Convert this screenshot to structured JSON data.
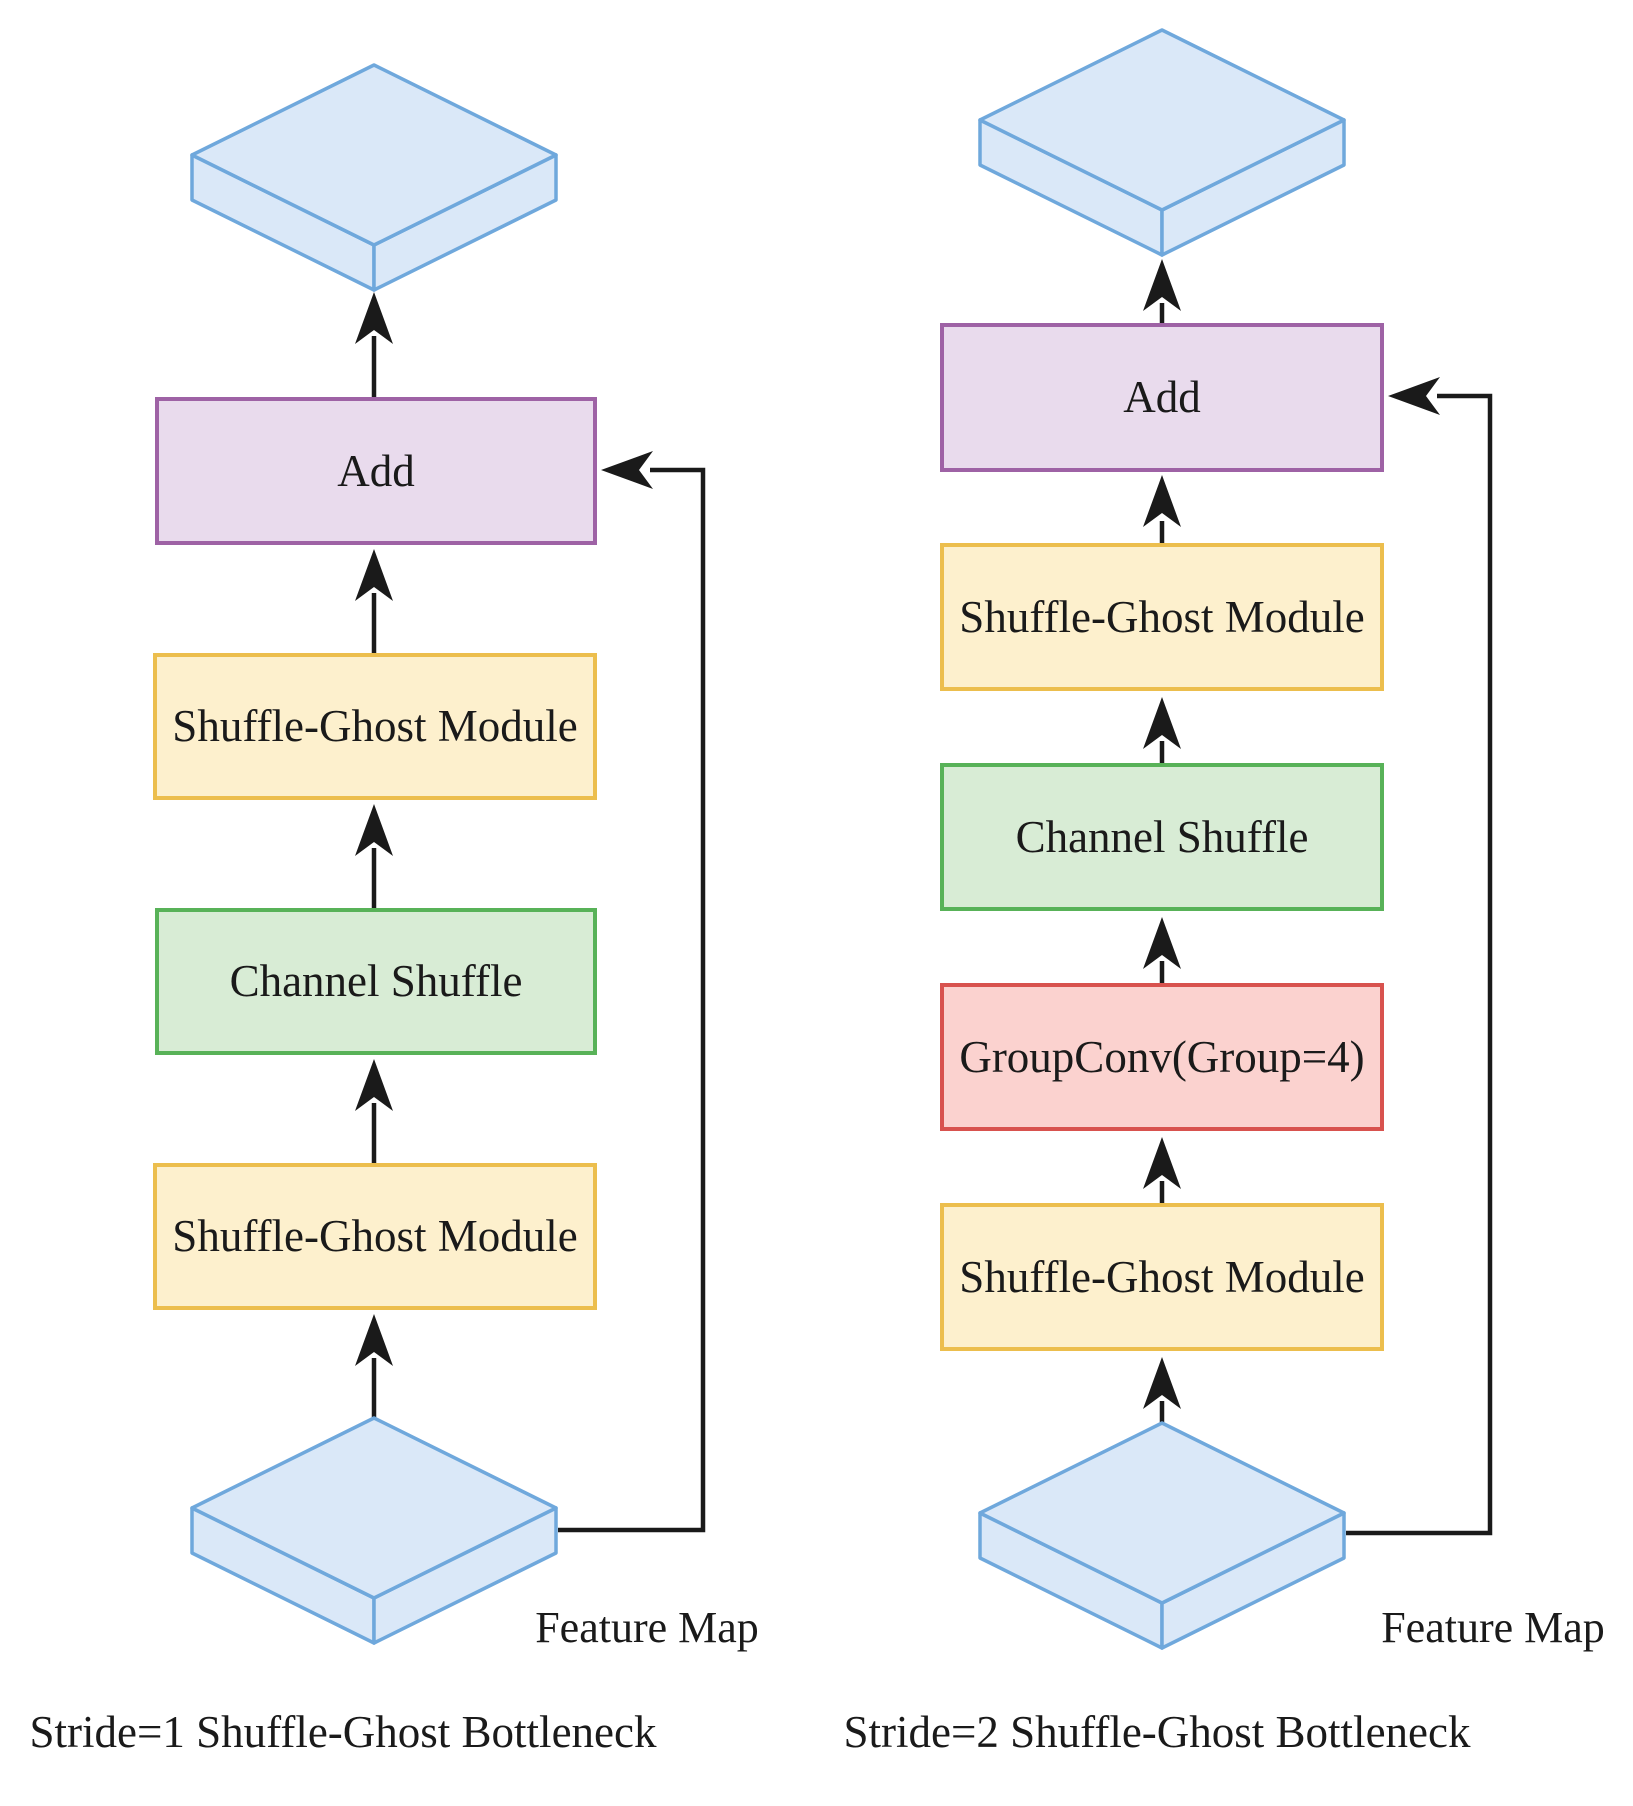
{
  "diagrams": [
    {
      "id": "stride1",
      "caption": "Stride=1 Shuffle-Ghost Bottleneck",
      "feature_map_label": "Feature Map",
      "nodes": [
        {
          "label": "Add",
          "type": "add"
        },
        {
          "label": "Shuffle-Ghost Module",
          "type": "shuffle-ghost"
        },
        {
          "label": "Channel Shuffle",
          "type": "channel-shuffle"
        },
        {
          "label": "Shuffle-Ghost Module",
          "type": "shuffle-ghost"
        }
      ]
    },
    {
      "id": "stride2",
      "caption": "Stride=2 Shuffle-Ghost Bottleneck",
      "feature_map_label": "Feature Map",
      "nodes": [
        {
          "label": "Add",
          "type": "add"
        },
        {
          "label": "Shuffle-Ghost Module",
          "type": "shuffle-ghost"
        },
        {
          "label": "Channel Shuffle",
          "type": "channel-shuffle"
        },
        {
          "label": "GroupConv(Group=4)",
          "type": "group-conv"
        },
        {
          "label": "Shuffle-Ghost Module",
          "type": "shuffle-ghost"
        }
      ]
    }
  ],
  "colors": {
    "add_fill": "#e9dbed",
    "add_border": "#9e62a5",
    "shuffle_ghost_fill": "#fdf0cd",
    "shuffle_ghost_border": "#ecbe4d",
    "channel_shuffle_fill": "#d8ecd5",
    "channel_shuffle_border": "#58b258",
    "group_conv_fill": "#fbd2cf",
    "group_conv_border": "#d8524e",
    "feature_map_fill": "#dae8f8",
    "feature_map_border": "#6fa8dc",
    "arrow": "#1a1a1a",
    "text": "#1a1a1a"
  }
}
